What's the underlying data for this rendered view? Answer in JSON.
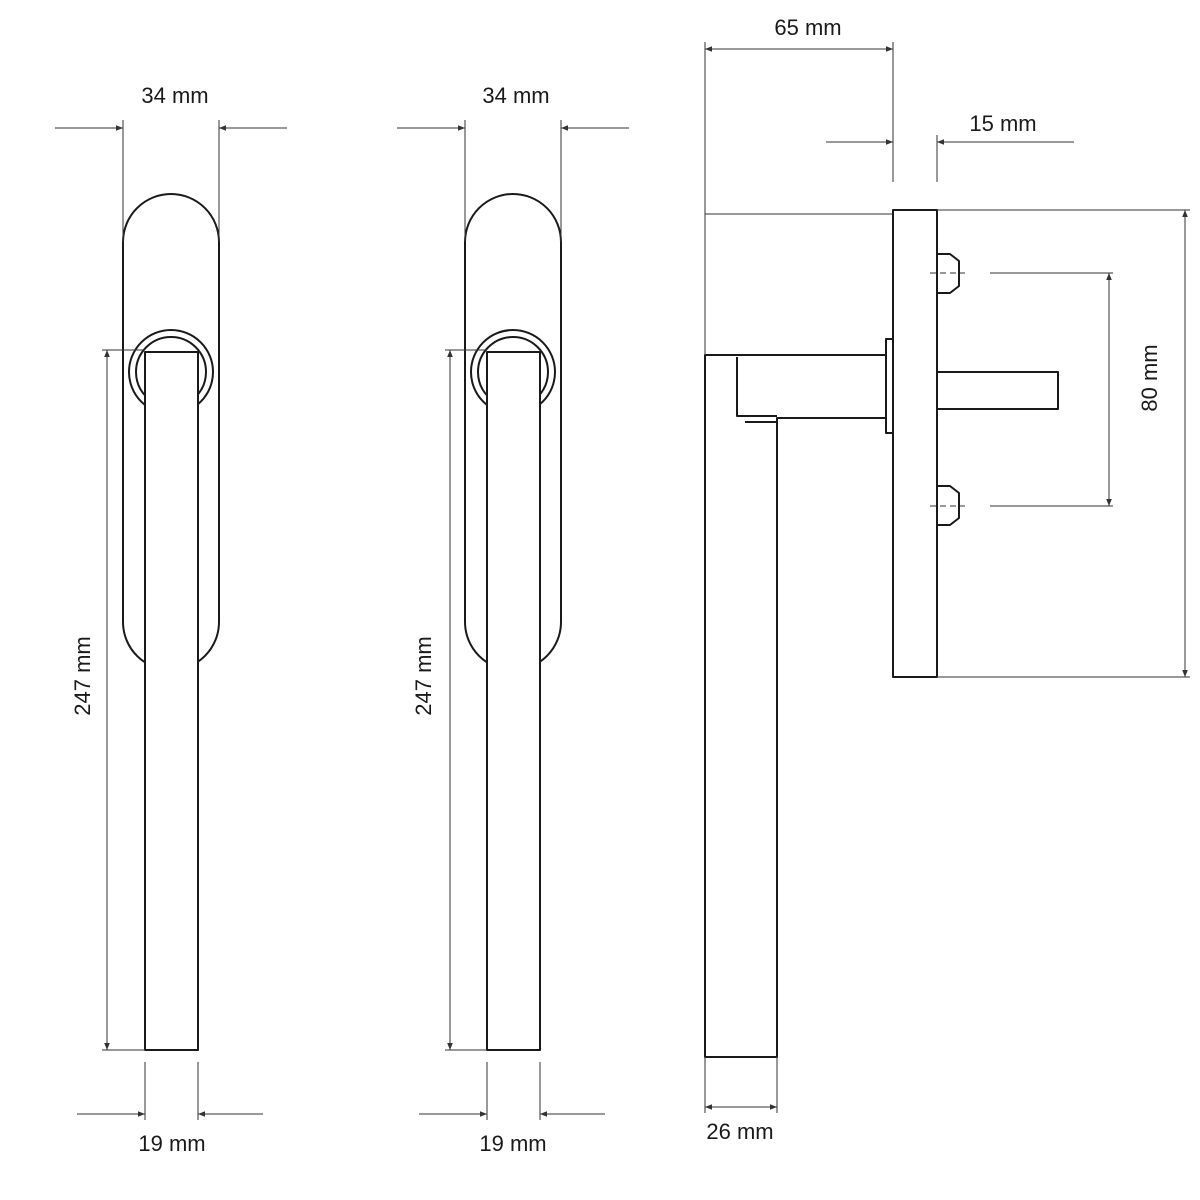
{
  "labels": {
    "front_left_width": "34 mm",
    "front_left_height": "247 mm",
    "front_left_grip": "19 mm",
    "front_right_width": "34 mm",
    "front_right_height": "247 mm",
    "front_right_grip": "19 mm",
    "side_depth": "65 mm",
    "side_plate": "15 mm",
    "side_screw_spacing": "80 mm",
    "side_grip": "26 mm"
  }
}
